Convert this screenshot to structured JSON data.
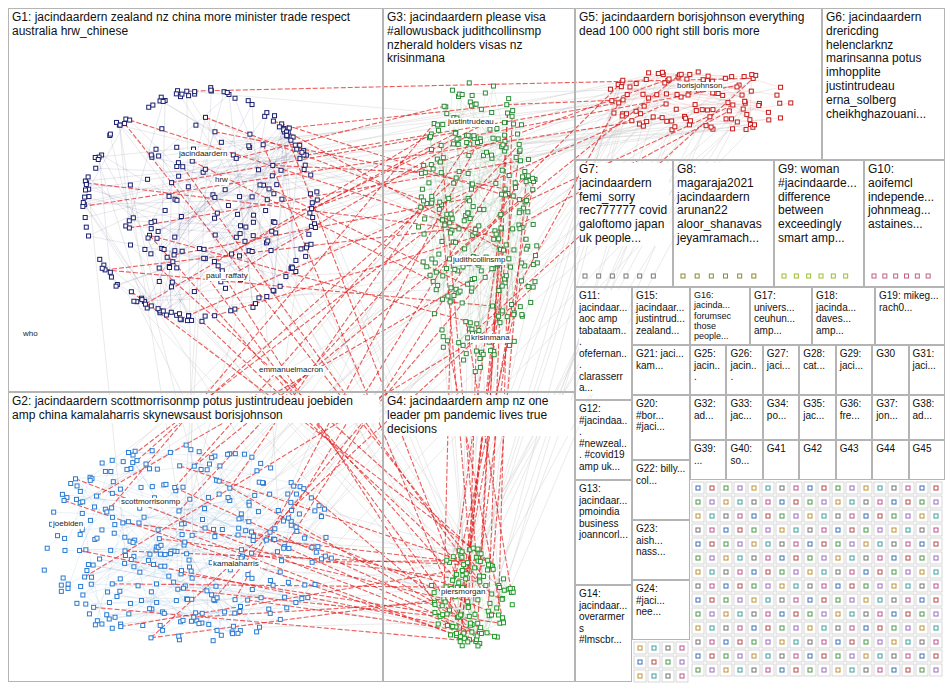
{
  "diagram": {
    "nodes": [
      {
        "text": [
          "G1: jacindaardern zealand nz china more minister trade respect australia hrw_chinese"
        ]
      },
      {
        "text": [
          "G2: jacindaardern scottmorrisonmp potus justintrudeau joebiden amp china kamalaharris skynewsaust borisjohnson"
        ]
      },
      {
        "text": [
          "G3: jacindaardern please visa #allowusback judithcollinsmp nzherald holders visas nz krisinmana"
        ]
      },
      {
        "text": [
          "G4: jacindaardern amp nz one leader pm pandemic lives true decisions"
        ]
      },
      {
        "text": [
          "G5: jacindaardern borisjohnson everything dead 100 000 right still boris more"
        ]
      },
      {
        "text": [
          "G6: jacindaardern drericding helenclarknz marinsanna potus imhopplite justintrudeau erna_solberg cheikhghazouani..."
        ]
      },
      {
        "text": [
          "G7: jacindaardern femi_sorry rec777777 covid galoftomo japan uk people..."
        ]
      },
      {
        "text": [
          "G8: magaraja2021 jacindaardern arunan22 aloor_shanavas jeyamramach..."
        ]
      },
      {
        "text": [
          "G9: woman #jacindaarde... difference between exceedingly smart amp..."
        ]
      },
      {
        "text": [
          "G10: aoifemcl independe... johnmeag... astaines..."
        ]
      },
      {
        "text": [
          "G11: jacindaar... aoc amp tabataam... ofefernan... clarasserra..."
        ]
      },
      {
        "text": [
          "G12: #jacindaa... #newzeal... #covid19 amp uk..."
        ]
      },
      {
        "text": [
          "G13: jacindaar... pmoindia business joanncorl..."
        ]
      },
      {
        "text": [
          "G14: jacindaar... overarmers #lmscbr..."
        ]
      },
      {
        "text": [
          "G15: jacindaar... justintrud... zealand..."
        ]
      },
      {
        "text": [
          "G16: jacinda... forumsec those people..."
        ]
      },
      {
        "text": [
          "G17: univers... ceuhun... amp..."
        ]
      },
      {
        "text": [
          "G18: jacinda... daves... amp..."
        ]
      },
      {
        "text": [
          "G19: mikeg... rach0..."
        ]
      },
      {
        "text": [
          "G20: #bor... #jaci..."
        ]
      },
      {
        "text": [
          "G21: jaci... kam..."
        ]
      },
      {
        "text": [
          "G22: billy... col..."
        ]
      },
      {
        "text": [
          "G23: aish... nass..."
        ]
      },
      {
        "text": [
          "G24: #jaci... nee..."
        ]
      },
      {
        "text": [
          "G25: jacin..."
        ]
      },
      {
        "text": [
          "G26: jacin..."
        ]
      },
      {
        "text": [
          "G27: jaci..."
        ]
      },
      {
        "text": [
          "G28: cat..."
        ]
      },
      {
        "text": [
          "G29: jaci..."
        ]
      },
      {
        "text": [
          "G30"
        ]
      },
      {
        "text": [
          "G31: jaci..."
        ]
      },
      {
        "text": [
          "G32: ad..."
        ]
      },
      {
        "text": [
          "G33: jac..."
        ]
      },
      {
        "text": [
          "G34: po..."
        ]
      },
      {
        "text": [
          "G35: jac..."
        ]
      },
      {
        "text": [
          "G36: fre..."
        ]
      },
      {
        "text": [
          "G37: jon..."
        ]
      },
      {
        "text": [
          "G38: ad..."
        ]
      },
      {
        "text": [
          "G39: ..."
        ]
      },
      {
        "text": [
          "G40: so..."
        ]
      },
      {
        "text": [
          "G41"
        ]
      },
      {
        "text": [
          "G42"
        ]
      },
      {
        "text": [
          "G43"
        ]
      },
      {
        "text": [
          "G44"
        ]
      },
      {
        "text": [
          "G45"
        ]
      }
    ],
    "labels": [
      "jacindaardern",
      "hrw",
      "who",
      "paul_raffaty",
      "emmanuelmacron",
      "joebiden",
      "scottmorrisonmp",
      "kamalaharris",
      "justintrudeau",
      "judithcollinsmp",
      "krisinmana",
      "piersmorgan",
      "borisjohnson"
    ]
  }
}
